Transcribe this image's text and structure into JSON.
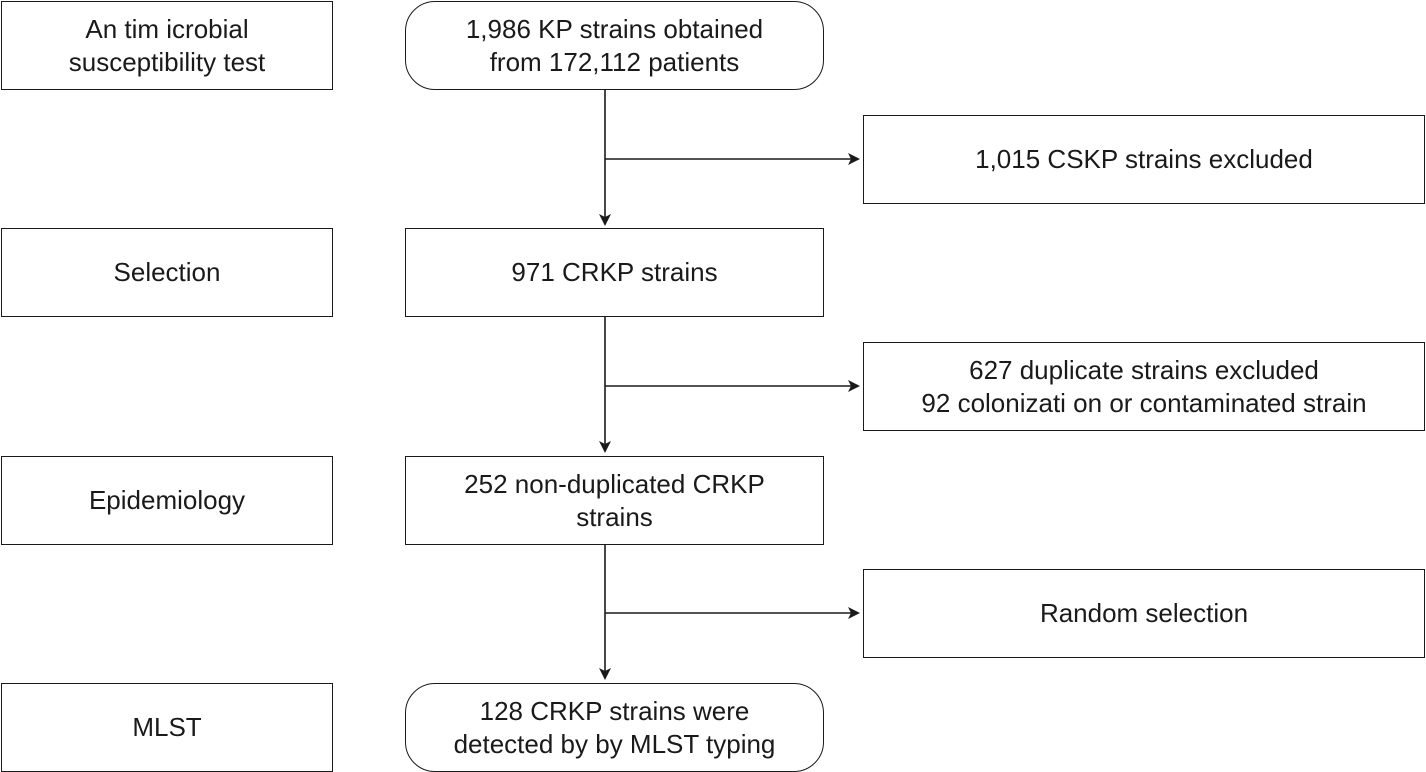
{
  "stages": [
    {
      "label": "An tim icrobial\nsusceptibility test"
    },
    {
      "label": "Selection"
    },
    {
      "label": "Epidemiology"
    },
    {
      "label": "MLST"
    }
  ],
  "main_flow": [
    {
      "text": "1,986 KP strains obtained\nfrom 172,112 patients"
    },
    {
      "text": "971 CRKP strains"
    },
    {
      "text": "252 non-duplicated CRKP\nstrains"
    },
    {
      "text": "128 CRKP strains were\ndetected by by MLST typing"
    }
  ],
  "side_boxes": [
    {
      "text": "1,015 CSKP strains excluded"
    },
    {
      "text": "627 duplicate strains excluded\n92 colonizati on or contaminated strain"
    },
    {
      "text": "Random selection"
    }
  ],
  "colors": {
    "stroke": "#1a1a1a",
    "background": "#ffffff"
  }
}
